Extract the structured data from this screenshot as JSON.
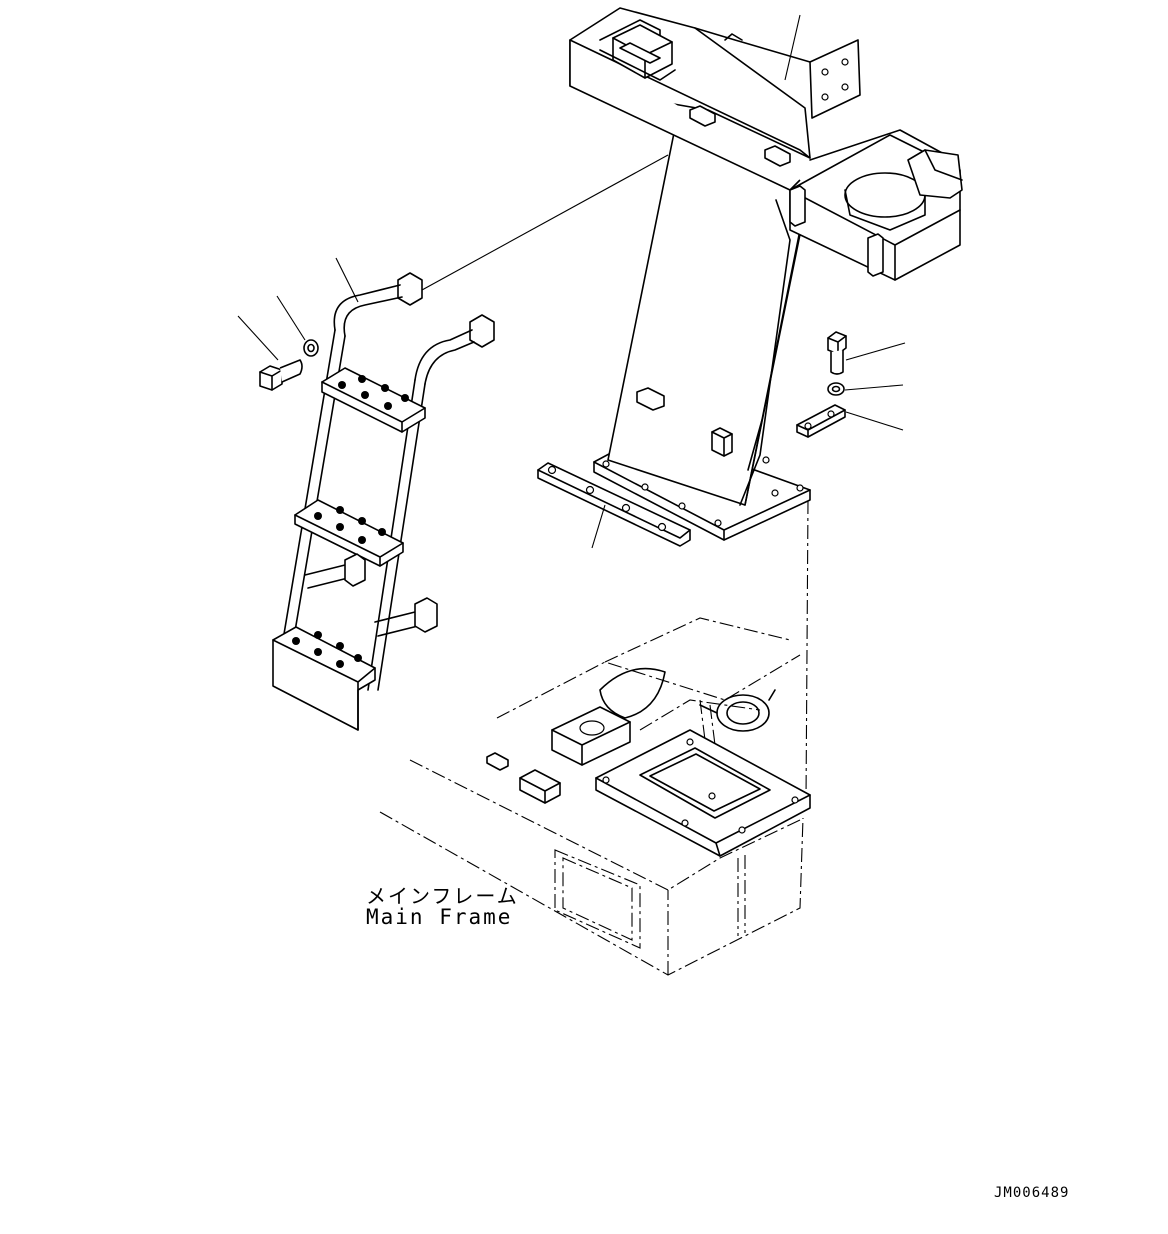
{
  "diagram": {
    "frame_label_jp": "メインフレーム",
    "frame_label_en": "Main Frame",
    "drawing_number": "JM006489"
  },
  "parts": [
    {
      "name": "ladder-assembly"
    },
    {
      "name": "mounting-bolt"
    },
    {
      "name": "washer"
    },
    {
      "name": "upper-frame-bracket"
    },
    {
      "name": "support-column"
    },
    {
      "name": "bolt-right"
    },
    {
      "name": "washer-right"
    },
    {
      "name": "clamp-plate"
    },
    {
      "name": "spacer-plate"
    },
    {
      "name": "main-frame"
    }
  ]
}
